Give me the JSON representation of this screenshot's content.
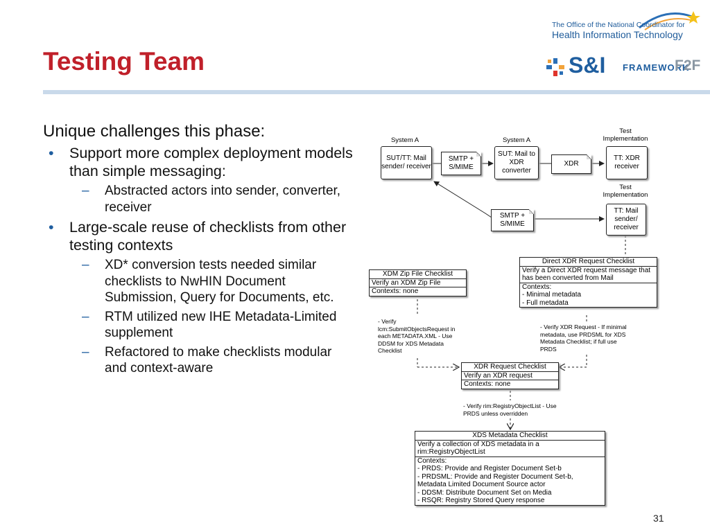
{
  "slide": {
    "title": "Testing Team",
    "page_number": "31",
    "logos": {
      "onc_line1": "The Office of the National Coordinator for",
      "onc_line2": "Health Information Technology",
      "si": "S&I",
      "framework": "FRAMEWORK",
      "f2f": "F2F"
    }
  },
  "content": {
    "heading": "Unique challenges this phase:",
    "bullet1": "Support more complex deployment models than simple messaging:",
    "bullet1_sub1": "Abstracted actors into sender, converter, receiver",
    "bullet2": "Large-scale reuse of checklists from other testing contexts",
    "bullet2_sub1": "XD* conversion tests needed similar checklists to NwHIN Document Submission, Query for Documents, etc.",
    "bullet2_sub2": "RTM utilized new IHE Metadata-Limited supplement",
    "bullet2_sub3": "Refactored to make checklists modular and context-aware",
    "bullet_marker": "•",
    "sub_marker": "–"
  },
  "diagram": {
    "lbl_system_a_1": "System A",
    "lbl_system_a_2": "System A",
    "lbl_test_impl_1": "Test Implementation",
    "lbl_test_impl_2": "Test Implementation",
    "box_sut_tt": "SUT/TT: Mail sender/ receiver",
    "note_smtp_1": "SMTP + S/MIME",
    "box_sut_mail": "SUT: Mail to XDR converter",
    "note_xdr": "XDR",
    "box_tt_xdr": "TT: XDR receiver",
    "note_smtp_2": "SMTP + S/MIME",
    "box_tt_mail": "TT: Mail sender/ receiver",
    "direct_xdr": {
      "header": "Direct XDR Request Checklist",
      "row1": "Verify a Direct XDR request message that has been converted from Mail",
      "row2_a": "Contexts:",
      "row2_b": "- Minimal metadata",
      "row2_c": "- Full metadata"
    },
    "xdm_zip": {
      "header": "XDM Zip File Checklist",
      "row1": "Verify an XDM Zip File",
      "row2": "Contexts: none"
    },
    "annot_xdm": "- Verify lcm:SubmitObjectsRequest in each METADATA.XML - Use DDSM for XDS Metadata Checklist",
    "annot_direct": "- Verify XDR Request - If minimal metadata, use PRDSML for XDS Metadata Checklist; if full use PRDS",
    "xdr_request": {
      "header": "XDR Request Checklist",
      "row1": "Verify an XDR request",
      "row2": "Contexts: none"
    },
    "annot_xdr": "- Verify rim:RegistryObjectList - Use PRDS unless overridden",
    "xds_metadata": {
      "header": "XDS Metadata Checklist",
      "row1": "Verify a collection of XDS metadata in a rim:RegistryObjectList",
      "row2_a": "Contexts:",
      "row2_b": "- PRDS: Provide and Register Document Set-b",
      "row2_c": "- PRDSML: Provide and Register Document Set-b, Metadata Limited Document Source actor",
      "row2_d": "- DDSM: Distribute Document Set on Media",
      "row2_e": "- RSQR: Registry Stored Query response"
    }
  },
  "colors": {
    "title_red": "#c0202a",
    "brand_blue": "#1f5e9f",
    "rule_blue": "#c9d9ea"
  }
}
